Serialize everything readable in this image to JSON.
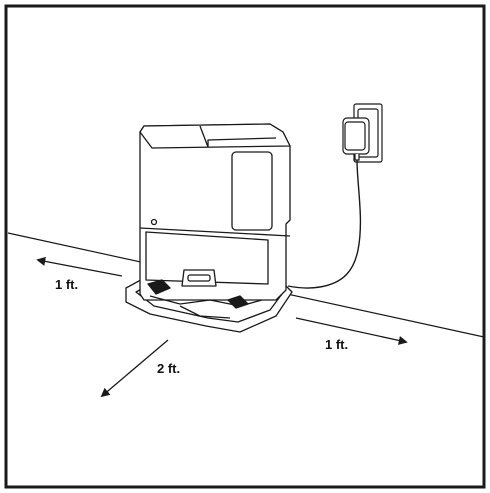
{
  "clearance": {
    "left_label": "1 ft.",
    "right_label": "1 ft.",
    "front_label": "2 ft."
  },
  "icons": {
    "dock": "robot-vacuum-dock-icon",
    "plug": "wall-outlet-plug-icon"
  },
  "colors": {
    "line": "#1a1a1a",
    "background": "#ffffff"
  }
}
